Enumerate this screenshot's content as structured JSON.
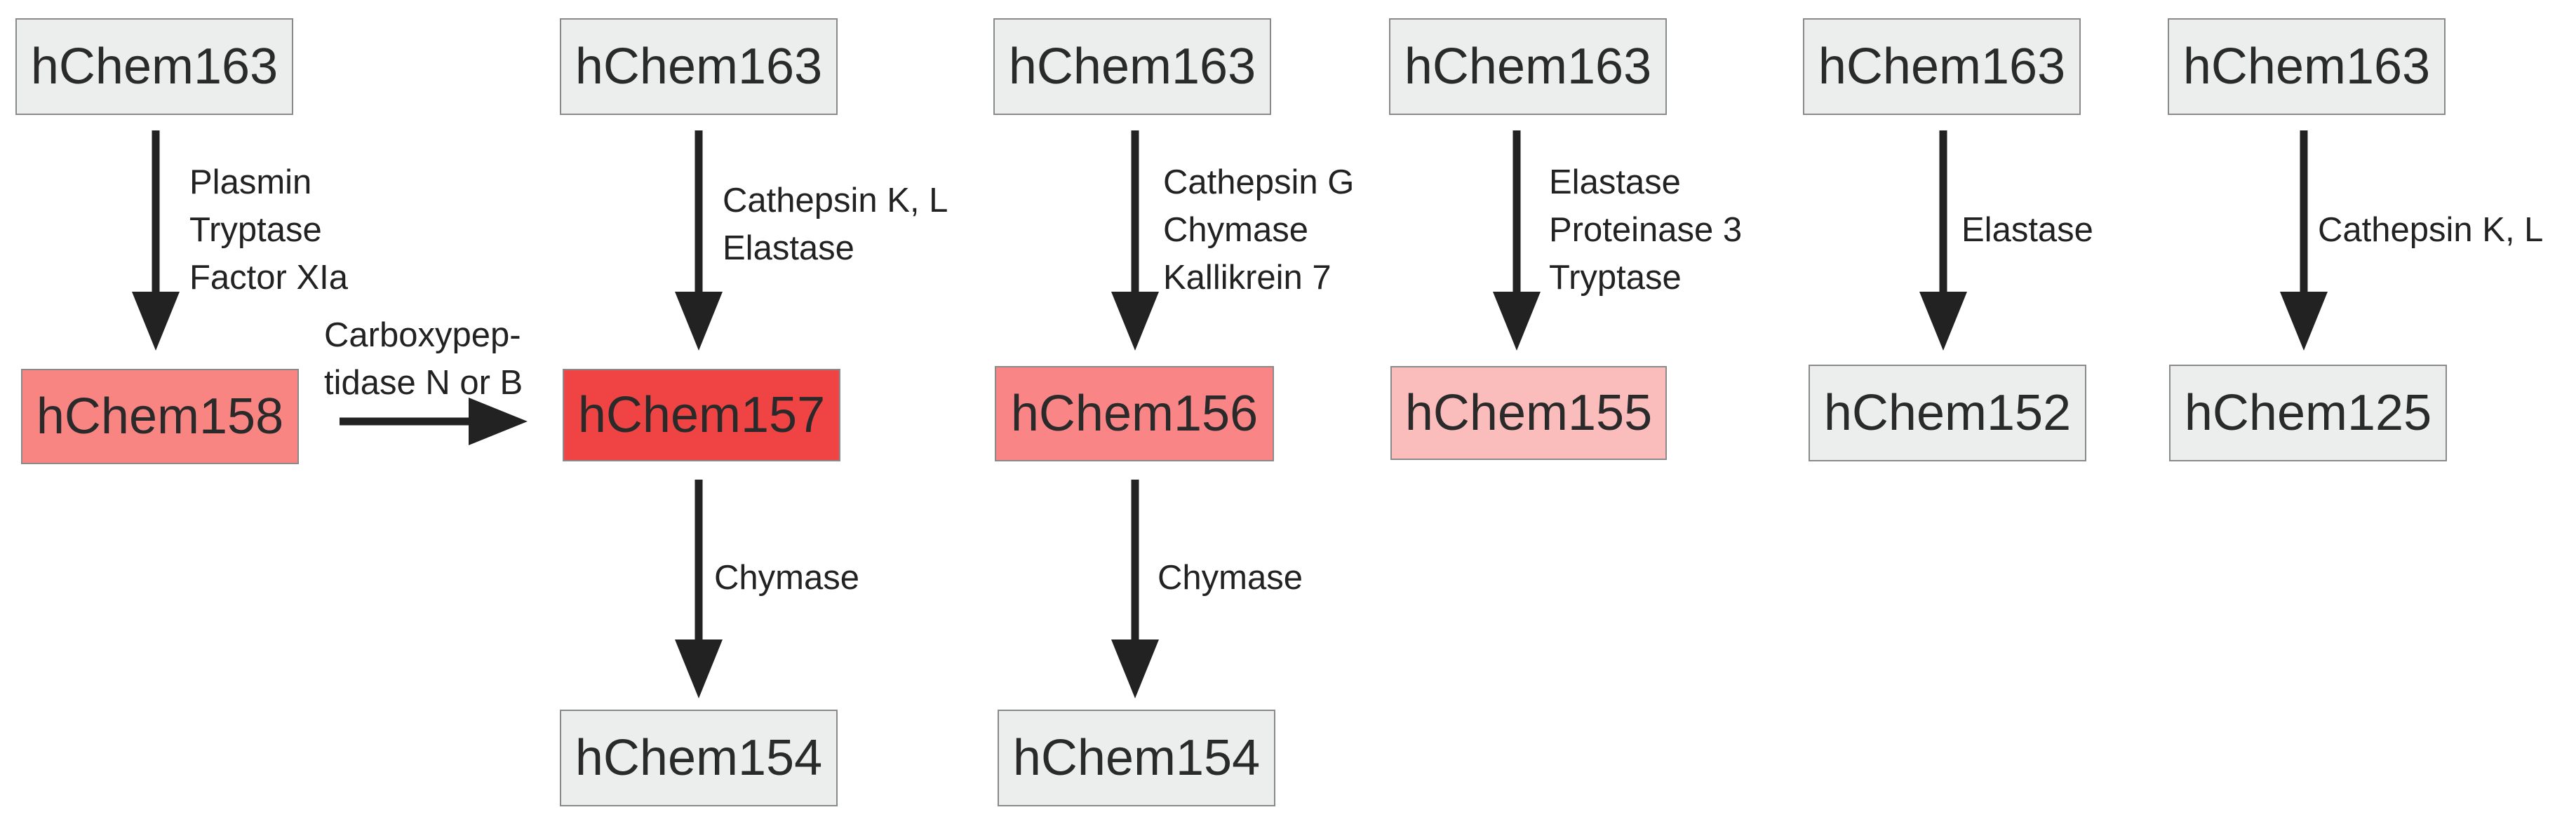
{
  "colors": {
    "source": "#eceeed",
    "product": "#eceeed",
    "hChem158": "#f98583",
    "hChem157": "#f04444",
    "hChem156": "#f98586",
    "hChem155": "#fbbcbc",
    "arrow": "#222222"
  },
  "nodes": {
    "c1_top": "hChem163",
    "c1_mid": "hChem158",
    "c2_top": "hChem163",
    "c2_mid": "hChem157",
    "c2_bot": "hChem154",
    "c3_top": "hChem163",
    "c3_mid": "hChem156",
    "c3_bot": "hChem154",
    "c4_top": "hChem163",
    "c4_mid": "hChem155",
    "c5_top": "hChem163",
    "c5_mid": "hChem152",
    "c6_top": "hChem163",
    "c6_mid": "hChem125"
  },
  "enzymes": {
    "c1_down": [
      "Plasmin",
      "Tryptase",
      "Factor XIa"
    ],
    "c1_right": [
      "Carboxypep-",
      "tidase N or B"
    ],
    "c2_down": [
      "Cathepsin K, L",
      "Elastase"
    ],
    "c2_down2": [
      "Chymase"
    ],
    "c3_down": [
      "Cathepsin G",
      "Chymase",
      "Kallikrein 7"
    ],
    "c3_down2": [
      "Chymase"
    ],
    "c4_down": [
      "Elastase",
      "Proteinase 3",
      "Tryptase"
    ],
    "c5_down": [
      "Elastase"
    ],
    "c6_down": [
      "Cathepsin K, L"
    ]
  }
}
